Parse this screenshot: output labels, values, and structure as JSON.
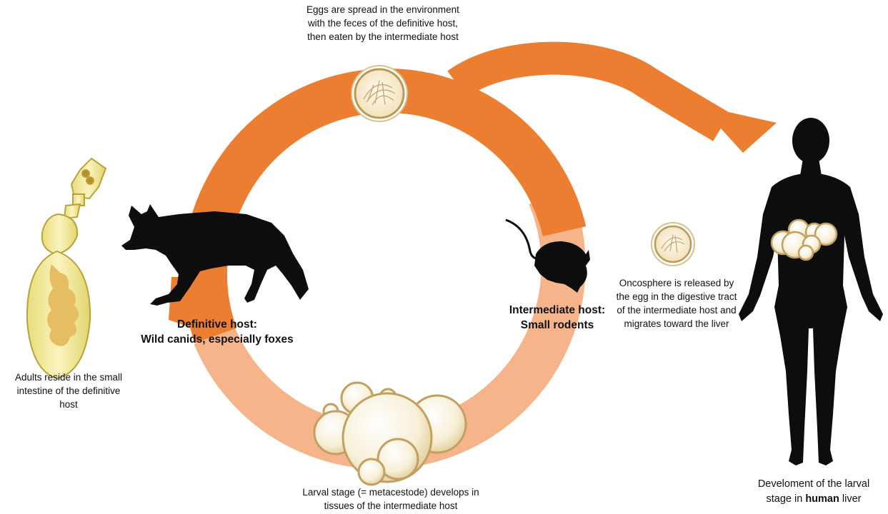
{
  "diagram": {
    "egg_caption": [
      "Eggs are spread in the environment",
      "with the feces of the definitive host,",
      "then eaten by the intermediate host"
    ],
    "definitive_host": {
      "title": "Definitive host:",
      "desc": "Wild canids, especially foxes"
    },
    "intermediate_host": {
      "title": "Intermediate host:",
      "desc": "Small rodents"
    },
    "adult_caption": [
      "Adults reside in the small",
      "intestine of the definitive",
      "host"
    ],
    "larval_caption": [
      "Larval stage (= metacestode) develops in",
      "tissues of the intermediate host"
    ],
    "oncosphere_caption": [
      "Oncosphere is released by",
      "the egg in the digestive tract",
      "of the intermediate host and",
      "migrates toward the liver"
    ],
    "human_caption": {
      "line1": "Develoment of the larval",
      "line2_pre": "stage in ",
      "line2_bold": "human",
      "line2_post": " liver"
    },
    "colors": {
      "arrow_dark": "#ec7e31",
      "arrow_light": "#f5b48a",
      "silhouette": "#0d0d0d",
      "worm": "#f3eb9c",
      "cyst": "#f7efd6",
      "cyst_stroke": "#c2a060"
    }
  }
}
